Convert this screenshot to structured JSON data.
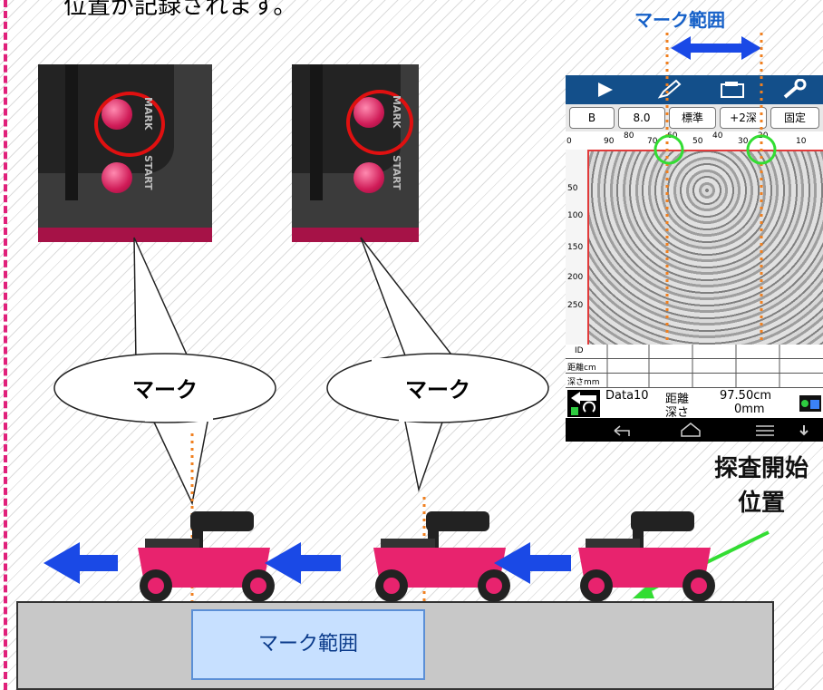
{
  "top_text": "位置が記録されます。",
  "mark_range_top": "マーク範囲",
  "photo_labels": {
    "mark": "MARK",
    "start": "START"
  },
  "bubbles": [
    {
      "text": "マーク"
    },
    {
      "text": "マーク"
    }
  ],
  "start_position_label": "探査開始位置",
  "mark_range_box": "マーク範囲",
  "phone": {
    "buttons": [
      "B",
      "8.0",
      "標準",
      "+2深",
      "固定"
    ],
    "ruler_ticks": [
      "0",
      "90",
      "80",
      "70",
      "60",
      "50",
      "40",
      "30",
      "20",
      "10"
    ],
    "depth_ticks": [
      "50",
      "100",
      "150",
      "200",
      "250"
    ],
    "table_rows": [
      "ID",
      "距離cm",
      "深さmm"
    ],
    "data_name": "Data10",
    "distance_label": "距離",
    "distance_value": "97.50cm",
    "depth_label": "深さ",
    "depth_value": "0mm"
  },
  "colors": {
    "accent_blue": "#1560c8",
    "marker_dots": "#f08020",
    "highlight_green": "#33dd33",
    "device_pink": "#e8236e",
    "border_magenta": "#e0207a"
  }
}
